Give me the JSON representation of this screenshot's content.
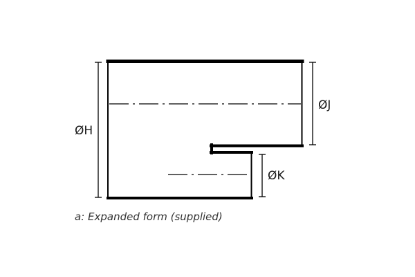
{
  "diagram": {
    "caption": "a: Expanded form (supplied)",
    "labels": {
      "H": "ØH",
      "J": "ØJ",
      "K": "ØK"
    },
    "colors": {
      "line": "#000000",
      "text": "#1a1a1a",
      "background": "#ffffff"
    }
  }
}
